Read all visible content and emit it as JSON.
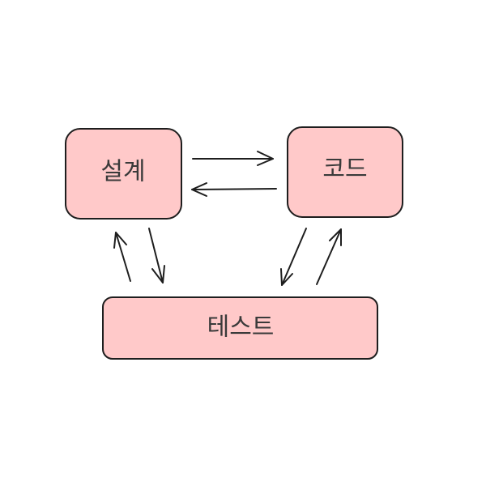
{
  "colors": {
    "box_fill": "#ffc9c9",
    "stroke": "#1e1e1e",
    "text": "#3a3a3a",
    "background": "#ffffff"
  },
  "nodes": {
    "design": {
      "label": "설계"
    },
    "code": {
      "label": "코드"
    },
    "test": {
      "label": "테스트"
    }
  },
  "edges": [
    {
      "from": "설계",
      "to": "코드"
    },
    {
      "from": "코드",
      "to": "설계"
    },
    {
      "from": "설계",
      "to": "테스트"
    },
    {
      "from": "테스트",
      "to": "설계"
    },
    {
      "from": "코드",
      "to": "테스트"
    },
    {
      "from": "테스트",
      "to": "코드"
    }
  ]
}
